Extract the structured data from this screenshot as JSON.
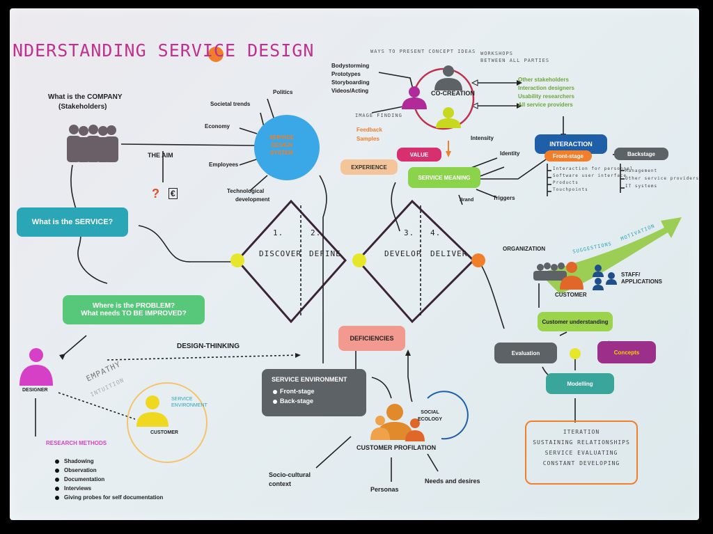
{
  "title": "NDERSTANDING SERVICE DESIGN",
  "company": {
    "question": "What is the COMPANY",
    "sub": "(Stakeholders)",
    "aim": "THE AIM",
    "aim_symbols": [
      "?",
      "€"
    ]
  },
  "service_question": "What is the SERVICE?",
  "problem_question": [
    "Where is the PROBLEM?",
    "What needs TO BE IMPROVED?"
  ],
  "circle": {
    "text": [
      "SERVICE",
      "DESIGN",
      "SYSTEM"
    ],
    "factors": [
      "Politics",
      "Societal trends",
      "Economy",
      "Employees",
      "Technological",
      "development"
    ]
  },
  "double_diamond": [
    "1.",
    "DISCOVER",
    "2.",
    "DEFINE",
    "3.",
    "DEVELOP",
    "4.",
    "DELIVER"
  ],
  "design_thinking": "DESIGN-THINKING",
  "empathy": [
    "EMPATHY",
    "INTUITION"
  ],
  "designer": "DESIGNER",
  "customer": {
    "label": "CUSTOMER",
    "service_env": [
      "SERVICE",
      "ENVIRONMENT"
    ]
  },
  "research": {
    "title": "RESEARCH METHODS",
    "items": [
      "Shadowing",
      "Observation",
      "Documentation",
      "Interviews",
      "Giving probes for self documentation"
    ]
  },
  "deficiencies": "DEFICIENCIES",
  "service_environment": {
    "title": "SERVICE ENVIRONMENT",
    "items": [
      "Front-stage",
      "Back-stage"
    ]
  },
  "profilation": {
    "title": "CUSTOMER PROFILATION",
    "social": [
      "SOCIAL",
      "ECOLOGY"
    ],
    "branches": [
      "Socio-cultural",
      "context",
      "Personas",
      "Needs and desires"
    ]
  },
  "cocreation": {
    "label": "CO-CREATION",
    "concept_note": "WAYS TO PRESENT CONCEPT IDEAS",
    "methods": [
      "Bodystorming",
      "Prototypes",
      "Storyboarding",
      "Videos/Acting"
    ],
    "workshop_note": [
      "WORKSHOPS",
      "BETWEEN ALL PARTIES"
    ],
    "parties": [
      "Other stakeholders",
      "Interaction designers",
      "Usability researchers",
      "All service providers"
    ],
    "gather_note": "IMAGE FINDING",
    "feedback": [
      "Feedback",
      "Samples"
    ]
  },
  "meaning": {
    "value": "VALUE",
    "experience": "EXPERIENCE",
    "label": "SERVICE MEANING",
    "attrs": [
      "Intensity",
      "Identity",
      "Triggers",
      "Brand"
    ]
  },
  "interaction": {
    "title": "INTERACTION",
    "front": "Front-stage",
    "back": "Backstage",
    "front_items": [
      "Interaction for personnel",
      "Software user interface",
      "Products",
      "Touchpoints"
    ],
    "back_items": [
      "Management",
      "Other service providers",
      "IT systems"
    ]
  },
  "organization": {
    "label": "ORGANIZATION",
    "customer": "CUSTOMER",
    "staff": [
      "STAFF/",
      "APPLICATIONS"
    ],
    "arrow_notes": [
      "SUGGESTIONS",
      "MOTIVATION"
    ]
  },
  "cycle": {
    "understanding": "Customer understanding",
    "concepts": "Concepts",
    "modelling": "Modelling",
    "evaluation": "Evaluation"
  },
  "iteration": [
    "ITERATION",
    "SUSTAINING RELATIONSHIPS",
    "SERVICE EVALUATING",
    "CONSTANT DEVELOPING"
  ],
  "colors": {
    "teal": "#2aa6b6",
    "green": "#7fcf68",
    "blue": "#3aa7e6",
    "magenta": "#d640c6",
    "orange": "#f07e2a",
    "yellow": "#e6e62a",
    "gray": "#5c6266",
    "purple": "#9b2f8a",
    "salmon": "#f29a8f",
    "navy": "#1f5fa8",
    "lightgreen": "#9bd34a"
  },
  "icons": [
    "people-group-icon",
    "person-icon",
    "circle-dot-icon"
  ]
}
